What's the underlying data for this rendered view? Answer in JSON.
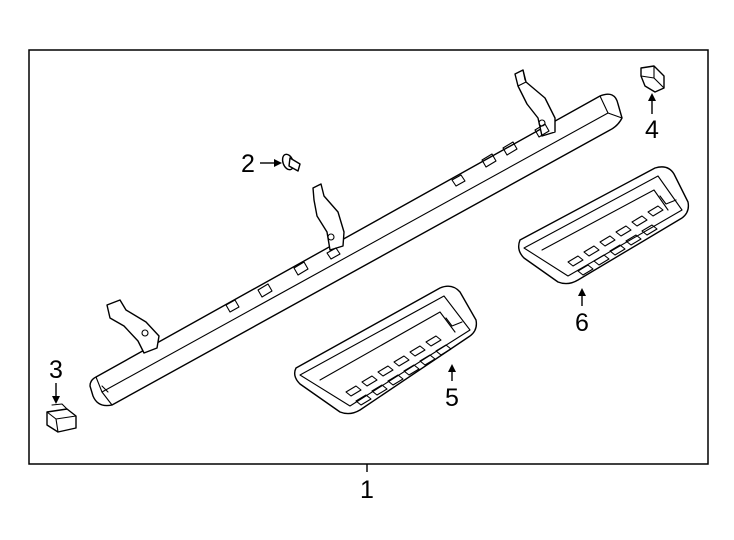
{
  "diagram": {
    "callouts": [
      {
        "id": "1",
        "label": "1"
      },
      {
        "id": "2",
        "label": "2"
      },
      {
        "id": "3",
        "label": "3"
      },
      {
        "id": "4",
        "label": "4"
      },
      {
        "id": "5",
        "label": "5"
      },
      {
        "id": "6",
        "label": "6"
      }
    ],
    "parts": [
      {
        "callout": "1",
        "icon": "running-board-icon"
      },
      {
        "callout": "2",
        "icon": "push-pin-icon"
      },
      {
        "callout": "3",
        "icon": "end-cap-front-icon"
      },
      {
        "callout": "4",
        "icon": "end-cap-rear-icon"
      },
      {
        "callout": "5",
        "icon": "step-pad-front-icon"
      },
      {
        "callout": "6",
        "icon": "step-pad-rear-icon"
      }
    ],
    "colors": {
      "line": "#000000",
      "background": "#ffffff"
    }
  }
}
